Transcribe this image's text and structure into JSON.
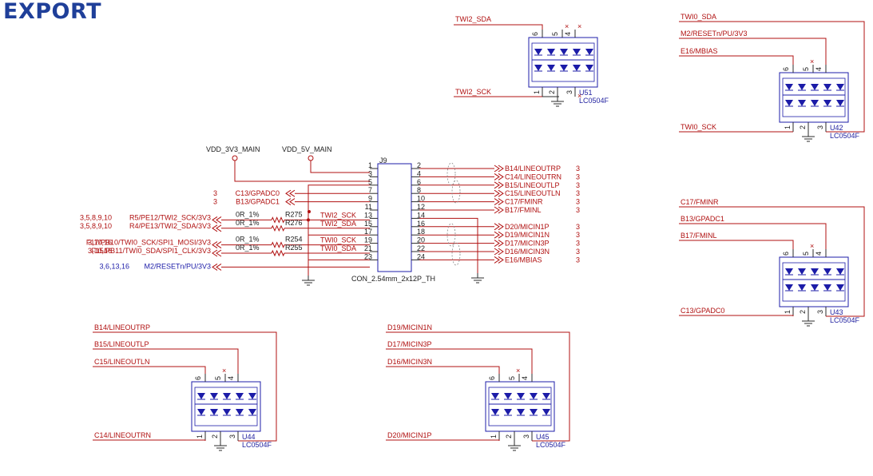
{
  "title": "EXPORT",
  "power": [
    "VDD_3V3_MAIN",
    "VDD_5V_MAIN"
  ],
  "connector": {
    "ref": "J9",
    "part": "CON_2.54mm_2x12P_TH",
    "left_pins": [
      "1",
      "3",
      "5",
      "7",
      "9",
      "11",
      "13",
      "15",
      "17",
      "19",
      "21",
      "23"
    ],
    "right_pins": [
      "2",
      "4",
      "6",
      "8",
      "10",
      "12",
      "14",
      "16",
      "18",
      "20",
      "22",
      "24"
    ],
    "left_signals": [
      {
        "row": 3,
        "sheet": "3",
        "net": "C13/GPADC0"
      },
      {
        "row": 4,
        "sheet": "3",
        "net": "B13/GPADC1"
      },
      {
        "row": 6,
        "sheet": "3,5,8,9,10",
        "net": "R5/PE12/TWI2_SCK/3V3",
        "res": "R275",
        "val": "0R_1%",
        "lbl": "TWI2_SCK"
      },
      {
        "row": 7,
        "sheet": "3,5,8,9,10",
        "net": "R4/PE13/TWI2_SDA/3V3",
        "res": "R276",
        "val": "0R_1%",
        "lbl": "TWI2_SDA"
      },
      {
        "row": 9,
        "sheet": "3,10,16",
        "net": "F17/PB10/TWI0_SCK/SPI1_MOSI/3V3",
        "res": "R254",
        "val": "0R_1%",
        "lbl": "TWI0_SCK"
      },
      {
        "row": 10,
        "sheet": "3,10,16",
        "net": "F15/PB11/TWI0_SDA/SPI1_CLK/3V3",
        "res": "R255",
        "val": "0R_1%",
        "lbl": "TWI0_SDA"
      },
      {
        "row": 11,
        "sheet": "3,6,13,16",
        "net": "M2/RESETn/PU/3V3"
      }
    ],
    "right_signals": [
      {
        "row": 0,
        "net": "B14/LINEOUTRP",
        "sheet": "3"
      },
      {
        "row": 1,
        "net": "C14/LINEOUTRN",
        "sheet": "3"
      },
      {
        "row": 2,
        "net": "B15/LINEOUTLP",
        "sheet": "3"
      },
      {
        "row": 3,
        "net": "C15/LINEOUTLN",
        "sheet": "3"
      },
      {
        "row": 4,
        "net": "C17/FMINR",
        "sheet": "3"
      },
      {
        "row": 5,
        "net": "B17/FMINL",
        "sheet": "3"
      },
      {
        "row": 7,
        "net": "D20/MICIN1P",
        "sheet": "3"
      },
      {
        "row": 8,
        "net": "D19/MICIN1N",
        "sheet": "3"
      },
      {
        "row": 9,
        "net": "D17/MICIN3P",
        "sheet": "3"
      },
      {
        "row": 10,
        "net": "D16/MICIN3N",
        "sheet": "3"
      },
      {
        "row": 11,
        "net": "E16/MBIAS",
        "sheet": "3"
      }
    ]
  },
  "tvs": [
    {
      "ref": "U51",
      "part": "LC0504F",
      "ins": [
        "TWI2_SDA"
      ],
      "bottom": "TWI2_SCK"
    },
    {
      "ref": "U42",
      "part": "LC0504F",
      "ins": [
        "TWI0_SDA",
        "M2/RESETn/PU/3V3",
        "E16/MBIAS"
      ],
      "bottom": "TWI0_SCK"
    },
    {
      "ref": "U43",
      "part": "LC0504F",
      "ins": [
        "C17/FMINR",
        "B13/GPADC1",
        "B17/FMINL"
      ],
      "bottom": "C13/GPADC0"
    },
    {
      "ref": "U44",
      "part": "LC0504F",
      "ins": [
        "B14/LINEOUTRP",
        "B15/LINEOUTLP",
        "C15/LINEOUTLN"
      ],
      "bottom": "C14/LINEOUTRN"
    },
    {
      "ref": "U45",
      "part": "LC0504F",
      "ins": [
        "D19/MICIN1N",
        "D17/MICIN3P",
        "D16/MICIN3N"
      ],
      "bottom": "D20/MICIN1P"
    }
  ],
  "tvs_pins": {
    "p6": "6",
    "p5": "5",
    "p4": "4",
    "p1": "1",
    "p2": "2",
    "p3": "3"
  }
}
